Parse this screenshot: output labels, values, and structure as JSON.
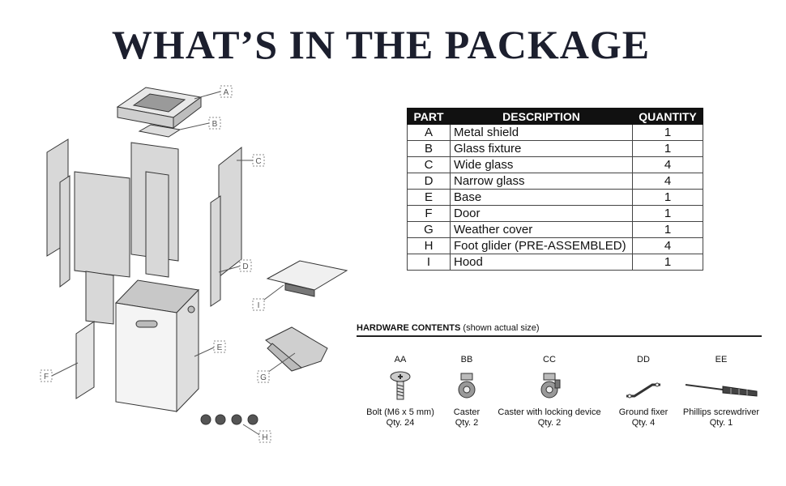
{
  "title": "WHAT’S IN THE PACKAGE",
  "diagram_labels": [
    "A",
    "B",
    "C",
    "D",
    "E",
    "F",
    "G",
    "H",
    "I"
  ],
  "parts_table": {
    "headers": [
      "PART",
      "DESCRIPTION",
      "QUANTITY"
    ],
    "rows": [
      {
        "part": "A",
        "description": "Metal shield",
        "quantity": "1"
      },
      {
        "part": "B",
        "description": "Glass fixture",
        "quantity": "1"
      },
      {
        "part": "C",
        "description": "Wide glass",
        "quantity": "4"
      },
      {
        "part": "D",
        "description": "Narrow glass",
        "quantity": "4"
      },
      {
        "part": "E",
        "description": "Base",
        "quantity": "1"
      },
      {
        "part": "F",
        "description": "Door",
        "quantity": "1"
      },
      {
        "part": "G",
        "description": "Weather cover",
        "quantity": "1"
      },
      {
        "part": "H",
        "description": "Foot glider (PRE-ASSEMBLED)",
        "quantity": "4"
      },
      {
        "part": "I",
        "description": "Hood",
        "quantity": "1"
      }
    ]
  },
  "hardware": {
    "header_bold": "HARDWARE CONTENTS",
    "header_note": "(shown actual size)",
    "items": [
      {
        "code": "AA",
        "name": "Bolt (M6 x 5 mm)",
        "qty": "Qty. 24",
        "icon": "bolt-icon"
      },
      {
        "code": "BB",
        "name": "Caster",
        "qty": "Qty. 2",
        "icon": "caster-icon"
      },
      {
        "code": "CC",
        "name": "Caster with locking device",
        "qty": "Qty. 2",
        "icon": "locking-caster-icon"
      },
      {
        "code": "DD",
        "name": "Ground fixer",
        "qty": "Qty. 4",
        "icon": "ground-fixer-icon"
      },
      {
        "code": "EE",
        "name": "Phillips screwdriver",
        "qty": "Qty. 1",
        "icon": "screwdriver-icon"
      }
    ]
  }
}
